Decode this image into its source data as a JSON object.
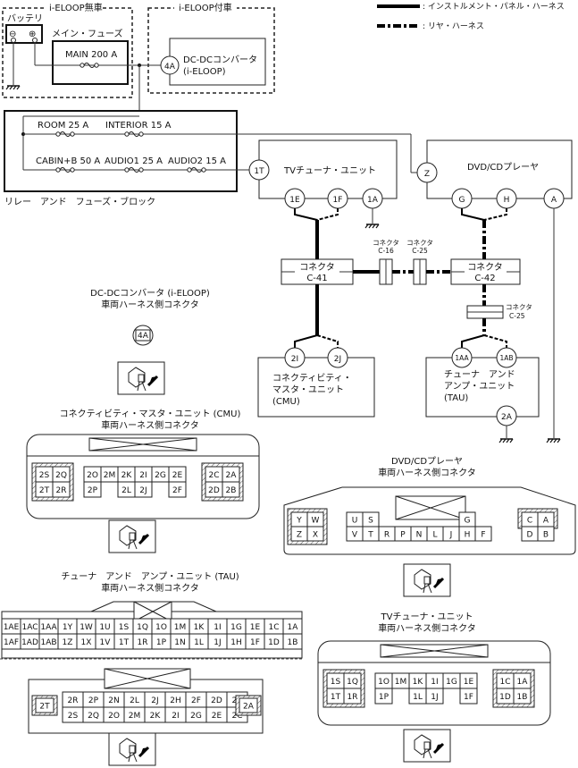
{
  "legend": {
    "ip_harness": ": インストルメント・パネル・ハーネス",
    "rear_harness": ": リヤ・ハーネス"
  },
  "regions": {
    "no_eloop": "i-ELOOP無車",
    "with_eloop": "i-ELOOP付車"
  },
  "components": {
    "battery": "バッテリ",
    "battery_minus": "⊖",
    "battery_plus": "⊕",
    "main_fuse_title": "メイン・フューズ",
    "main_fuse": "MAIN 200 A",
    "dcdc_line1": "DC-DCコンバータ",
    "dcdc_line2": "(i-ELOOP)",
    "relay_fuse_block": "リレー　アンド　フューズ・ブロック",
    "fuses": [
      "ROOM 25 A",
      "INTERIOR 15 A",
      "CABIN+B 50 A",
      "AUDIO1 25 A",
      "AUDIO2 15 A"
    ],
    "tv_tuner": "TVチューナ・ユニット",
    "dvd_player": "DVD/CDプレーヤ",
    "connector_word": "コネクタ",
    "c41": "C-41",
    "c42": "C-42",
    "c16": "C-16",
    "c25": "C-25",
    "cmu_line1": "コネクティビティ・",
    "cmu_line2": "マスタ・ユニット",
    "cmu_line3": "(CMU)",
    "tau_line1": "チューナ　アンド",
    "tau_line2": "アンプ・ユニット",
    "tau_line3": "(TAU)"
  },
  "terminals": {
    "dcdc": "4A",
    "tv_power": "1T",
    "tv_1e": "1E",
    "tv_1f": "1F",
    "tv_1a": "1A",
    "dvd_z": "Z",
    "dvd_g": "G",
    "dvd_h": "H",
    "dvd_a": "A",
    "cmu_2i": "2I",
    "cmu_2j": "2J",
    "tau_1aa": "1AA",
    "tau_1ab": "1AB",
    "tau_2a": "2A"
  },
  "connector_views": {
    "dcdc": {
      "title1": "DC-DCコンバータ (i-ELOOP)",
      "title2": "車両ハーネス側コネクタ",
      "pin": "4A"
    },
    "cmu": {
      "title1": "コネクティビティ・マスタ・ユニット (CMU)",
      "title2": "車両ハーネス側コネクタ",
      "left_top": [
        "2S",
        "2Q"
      ],
      "left_bottom": [
        "2T",
        "2R"
      ],
      "mid_top": [
        "2O",
        "2M",
        "2K",
        "2I",
        "2G",
        "2E"
      ],
      "mid_bottom": [
        "2P",
        "",
        "2L",
        "2J",
        "",
        "2F"
      ],
      "right_top": [
        "2C",
        "2A"
      ],
      "right_bottom": [
        "2D",
        "2B"
      ]
    },
    "dvd": {
      "title1": "DVD/CDプレーヤ",
      "title2": "車両ハーネス側コネクタ",
      "left_top": [
        "Y",
        "W"
      ],
      "left_bottom": [
        "Z",
        "X"
      ],
      "mid_top": [
        "U",
        "S",
        "",
        "",
        "",
        "",
        "",
        "G",
        ""
      ],
      "mid_bottom": [
        "V",
        "T",
        "R",
        "P",
        "N",
        "L",
        "J",
        "H",
        "F"
      ],
      "right_top": [
        "C",
        "A"
      ],
      "right_bottom": [
        "D",
        "B"
      ]
    },
    "tau1": {
      "title1": "チューナ　アンド　アンプ・ユニット (TAU)",
      "title2": "車両ハーネス側コネクタ",
      "top": [
        "1AE",
        "1AC",
        "1AA",
        "1Y",
        "1W",
        "1U",
        "1S",
        "1Q",
        "1O",
        "1M",
        "1K",
        "1I",
        "1G",
        "1E",
        "1C",
        "1A"
      ],
      "bottom": [
        "1AF",
        "1AD",
        "1AB",
        "1Z",
        "1X",
        "1V",
        "1T",
        "1R",
        "1P",
        "1N",
        "1L",
        "1J",
        "1H",
        "1F",
        "1D",
        "1B"
      ]
    },
    "tau2": {
      "left": "2T",
      "right": "2A",
      "top": [
        "2R",
        "2P",
        "2N",
        "2L",
        "2J",
        "2H",
        "2F",
        "2D",
        "2B"
      ],
      "bottom": [
        "2S",
        "2Q",
        "2O",
        "2M",
        "2K",
        "2I",
        "2G",
        "2E",
        "2C"
      ]
    },
    "tv": {
      "title1": "TVチューナ・ユニット",
      "title2": "車両ハーネス側コネクタ",
      "left_top": [
        "1S",
        "1Q"
      ],
      "left_bottom": [
        "1T",
        "1R"
      ],
      "mid_top": [
        "1O",
        "1M",
        "1K",
        "1I",
        "1G",
        "1E"
      ],
      "mid_bottom": [
        "1P",
        "",
        "1L",
        "1J",
        "",
        "1F"
      ],
      "right_top": [
        "1C",
        "1A"
      ],
      "right_bottom": [
        "1D",
        "1B"
      ]
    }
  }
}
